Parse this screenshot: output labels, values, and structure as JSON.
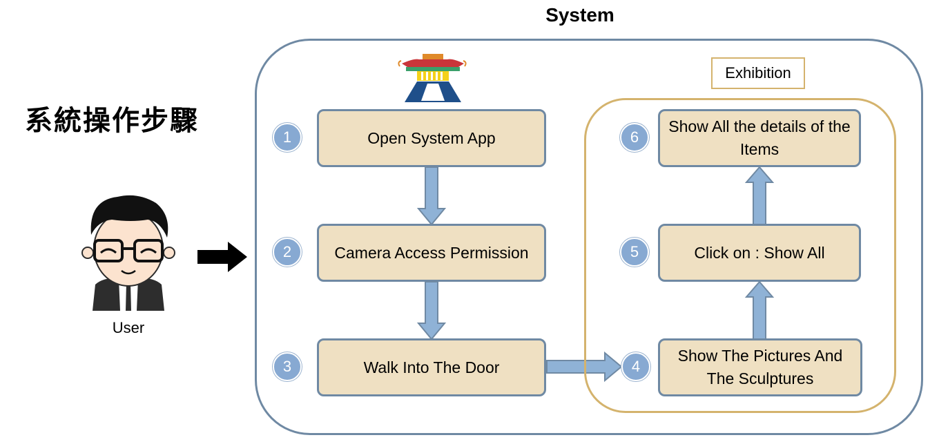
{
  "header": {
    "system_title": "System",
    "chinese_title": "系統操作步驟"
  },
  "exhibition": {
    "label": "Exhibition"
  },
  "user": {
    "label": "User"
  },
  "steps": [
    {
      "number": "1",
      "label": "Open System App"
    },
    {
      "number": "2",
      "label": "Camera Access Permission"
    },
    {
      "number": "3",
      "label": "Walk Into The Door"
    },
    {
      "number": "4",
      "label": "Show The Pictures And The Sculptures"
    },
    {
      "number": "5",
      "label": "Click on : Show All"
    },
    {
      "number": "6",
      "label": "Show All the details of the Items"
    }
  ],
  "colors": {
    "system_border": "#6f89a3",
    "exhibition_border": "#d4b36d",
    "step_fill": "#efe0c2",
    "badge_fill": "#87a9d2",
    "flow_arrow": "#8fb2d6"
  }
}
